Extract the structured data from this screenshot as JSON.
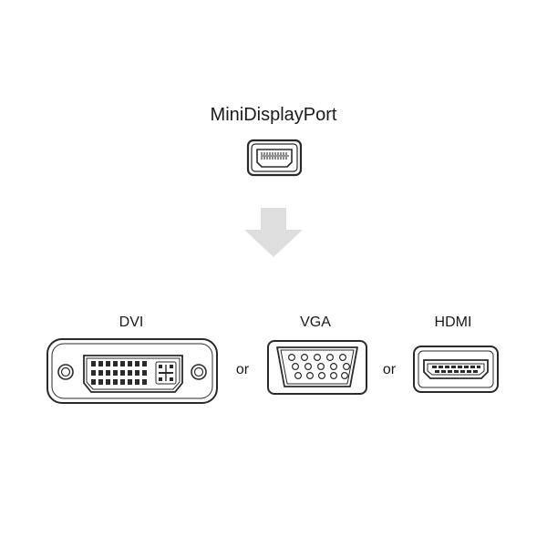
{
  "diagram": {
    "title": "MiniDisplayPort",
    "connectors": [
      {
        "id": "dvi",
        "label": "DVI"
      },
      {
        "id": "vga",
        "label": "VGA"
      },
      {
        "id": "hdmi",
        "label": "HDMI"
      }
    ],
    "separators": [
      "or",
      "or"
    ],
    "colors": {
      "line": "#2a2a2a",
      "arrow": "#dedede",
      "background": "#ffffff"
    },
    "icons": {
      "source": "minidisplayport-connector-icon",
      "flow": "down-arrow-icon"
    }
  }
}
